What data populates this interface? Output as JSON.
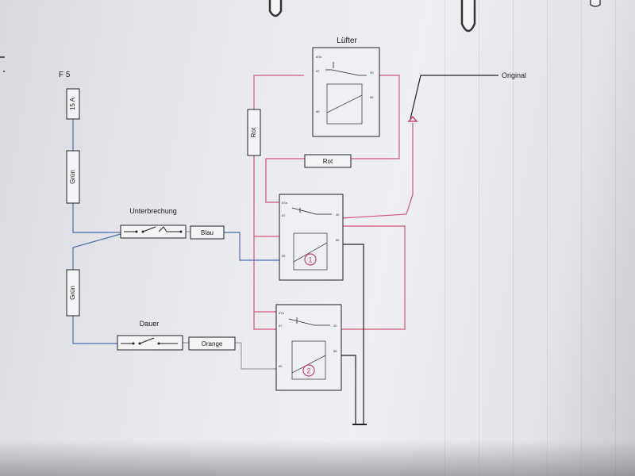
{
  "fuse": {
    "name": "F 5",
    "rating": "15 A"
  },
  "wires": {
    "gruen_top": "Grün",
    "gruen_bottom": "Grün",
    "blau": "Blau",
    "orange": "Orange",
    "rot_vertical": "Rot",
    "rot_horizontal": "Rot"
  },
  "switches": {
    "interrupt": "Unterbrechung",
    "permanent": "Dauer"
  },
  "relays": {
    "fan": {
      "title": "Lüfter",
      "pins": [
        "87a",
        "87",
        "30",
        "86",
        "85"
      ]
    },
    "relay1": {
      "number": "1",
      "pins": [
        "87a",
        "87",
        "30",
        "86",
        "85"
      ]
    },
    "relay2": {
      "number": "2",
      "pins": [
        "87a",
        "87",
        "30",
        "86",
        "85"
      ]
    }
  },
  "original_label": "Original",
  "colors": {
    "red_wire": "#d0587a",
    "blue_wire": "#4a6fa8",
    "black_wire": "#222222",
    "grey_wire": "#8a8a8a",
    "marker": "#c8407a"
  }
}
